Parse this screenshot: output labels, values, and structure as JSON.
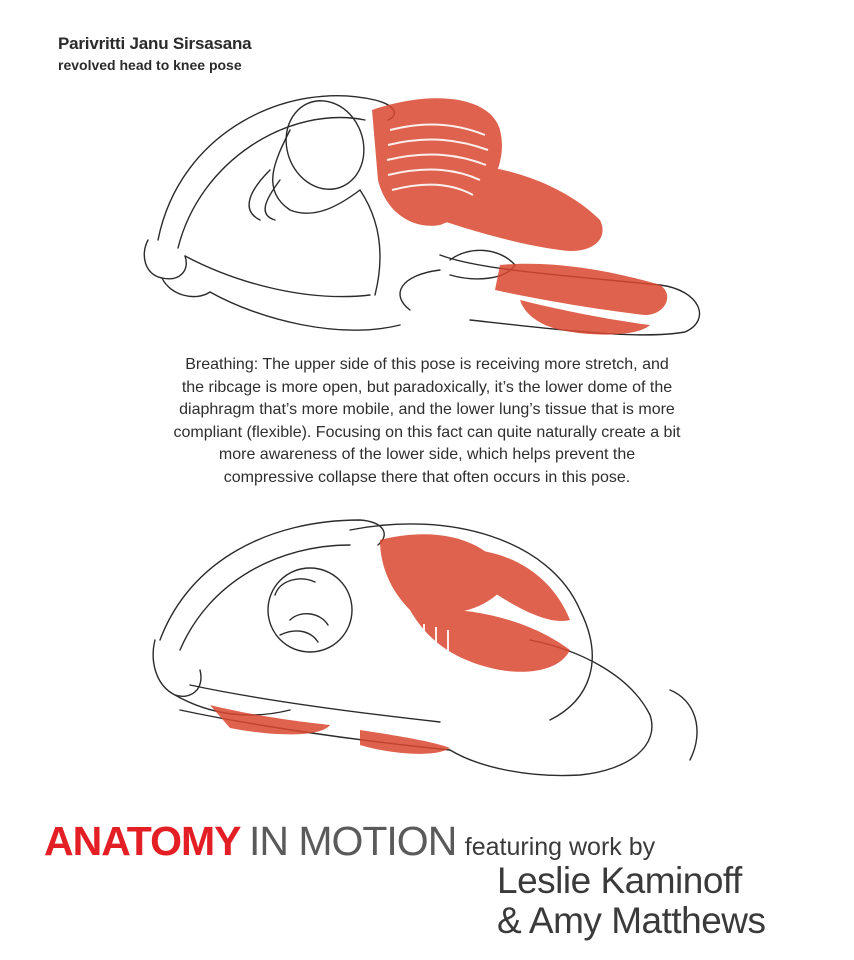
{
  "header": {
    "pose_name": "Parivritti Janu Sirsasana",
    "pose_subtitle": "revolved head to knee pose"
  },
  "illustrations": {
    "top": {
      "icon": "anatomical-pose-front-view-icon"
    },
    "bottom": {
      "icon": "anatomical-pose-back-view-icon"
    }
  },
  "caption": {
    "lines": [
      "Breathing: The upper side of this pose is receiving more stretch, and",
      "the ribcage is more open, but paradoxically, it’s the lower dome of the",
      "diaphragm that’s more mobile, and the lower lung’s tissue that is more",
      "compliant (flexible). Focusing on this fact can quite naturally create a bit",
      "more awareness of the lower side, which helps prevent the",
      "compressive collapse there that often occurs in this pose."
    ]
  },
  "branding": {
    "anatomy": "ANATOMY",
    "in_motion": "IN MOTION",
    "featuring": "featuring work by",
    "author_line_1": "Leslie Kaminoff",
    "author_line_2": "& Amy Matthews"
  },
  "colors": {
    "brand_red": "#e31e24",
    "muscle_red": "#d9472f",
    "line_art": "#2b2b2b"
  }
}
